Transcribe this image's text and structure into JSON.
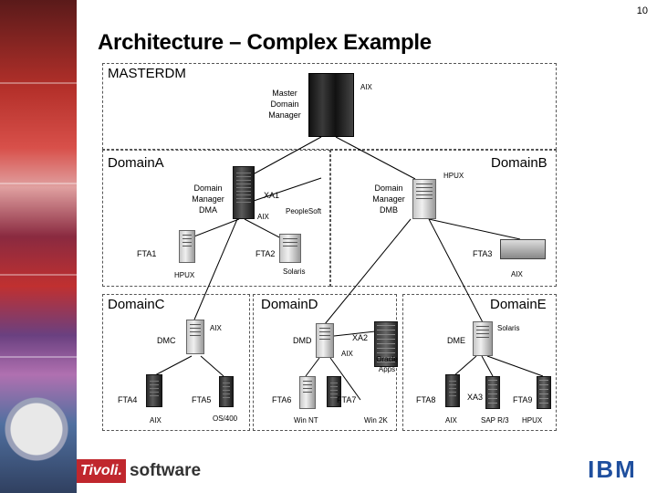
{
  "page_number": "10",
  "title": "Architecture – Complex Example",
  "domains": {
    "masterdm": "MASTERDM",
    "domain_a": "DomainA",
    "domain_b": "DomainB",
    "domain_c": "DomainC",
    "domain_d": "DomainD",
    "domain_e": "DomainE"
  },
  "nodes": {
    "master": {
      "label_lines": [
        "Master",
        "Domain",
        "Manager"
      ],
      "os": "AIX"
    },
    "dma": {
      "label_lines": [
        "Domain",
        "Manager",
        "DMA"
      ],
      "os": "AIX"
    },
    "dmb": {
      "label_lines": [
        "Domain",
        "Manager",
        "DMB"
      ],
      "os": "HPUX"
    },
    "xa1": {
      "label": "XA1",
      "app": "PeopleSoft"
    },
    "fta1": {
      "label": "FTA1",
      "os": "HPUX"
    },
    "fta2": {
      "label": "FTA2",
      "os": "Solaris"
    },
    "fta3": {
      "label": "FTA3",
      "os": "AIX"
    },
    "dmc": {
      "label": "DMC",
      "os": "AIX"
    },
    "dmd": {
      "label": "DMD"
    },
    "dme": {
      "label": "DME",
      "os": "Solaris"
    },
    "xa2": {
      "label": "XA2",
      "os": "AIX",
      "app": "Oracle Apps"
    },
    "fta4": {
      "label": "FTA4",
      "os": "AIX"
    },
    "fta5": {
      "label": "FTA5",
      "os": "OS/400"
    },
    "fta6": {
      "label": "FTA6",
      "os": "Win NT"
    },
    "fta7": {
      "label": "FTA7",
      "os": "Win 2K"
    },
    "fta8": {
      "label": "FTA8",
      "os": "AIX"
    },
    "xa3": {
      "label": "XA3",
      "app": "SAP R/3"
    },
    "fta9": {
      "label": "FTA9",
      "os": "HPUX"
    }
  },
  "footer": {
    "brand_box": "Tivoli.",
    "brand_text": "software",
    "company_logo": "IBM"
  },
  "colors": {
    "tivoli_red": "#c0272d",
    "ibm_blue": "#1f4f9e",
    "box_border": "#555555"
  }
}
